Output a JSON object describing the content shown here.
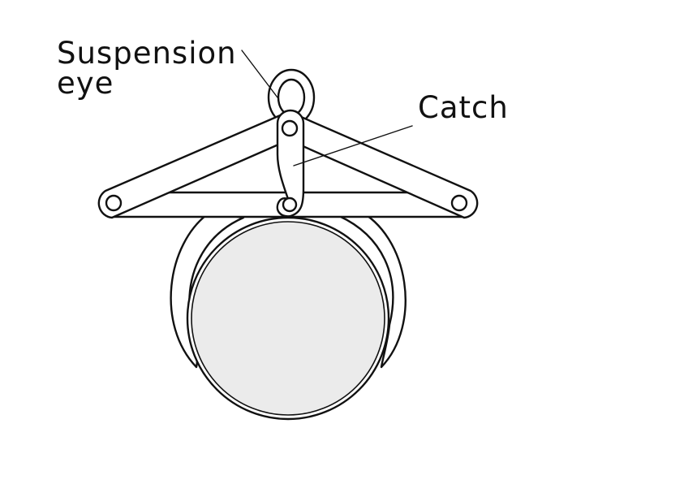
{
  "labels": {
    "suspension_eye_line1": "Suspension",
    "suspension_eye_line2": "eye",
    "catch": "Catch"
  },
  "colors": {
    "stroke": "#111111",
    "background": "#ffffff",
    "log_fill": "#ebebeb"
  }
}
